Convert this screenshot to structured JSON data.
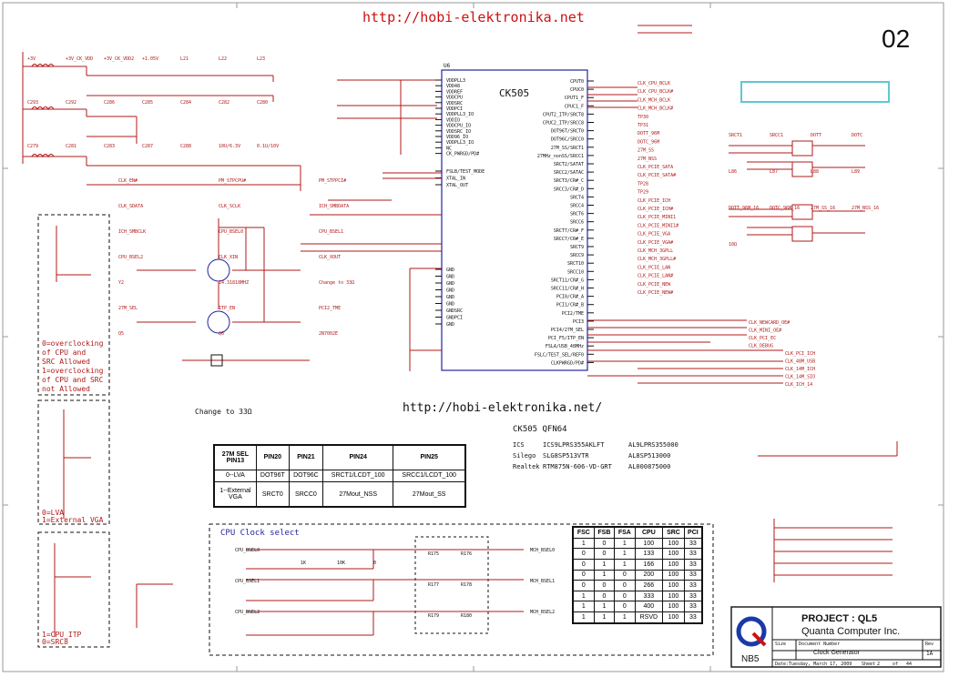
{
  "header": {
    "url_top": "http://hobi-elektronika.net",
    "url_mid": "http://hobi-elektronika.net/",
    "page_number": "02"
  },
  "chip": {
    "ref": "U6",
    "name": "CK505",
    "package": "CK505   QFN64",
    "vendors": [
      {
        "vendor": "ICS",
        "part": "ICS9LPRS355AKLFT",
        "code": "AL9LPRS355000"
      },
      {
        "vendor": "Silego",
        "part": "SLG8SP513VTR",
        "code": "AL8SP513000"
      },
      {
        "vendor": "Realtek",
        "part": "RTM875N-606-VD-GRT",
        "code": "AL000875000"
      }
    ],
    "left_pins": [
      "VDDPLL3",
      "VDD48",
      "VDDREF",
      "VDDCPU",
      "VDDSRC",
      "VDDPCI",
      "VDDPLL3_IO",
      "VDDIO",
      "VDDCPU_IO",
      "VDDSRC_IO",
      "VDD96_IO",
      "VDDPLL3_IO",
      "NC",
      "CK_PWRGD/PD#",
      "FSLB/TEST_MODE",
      "XTAL_IN",
      "XTAL_OUT",
      "GND",
      "GND",
      "GND",
      "GND",
      "GND",
      "GND",
      "GNDSRC",
      "GNDPCI",
      "GND"
    ],
    "right_pins": [
      "CPUT0",
      "CPUC0",
      "CPUT1_F",
      "CPUC1_F",
      "CPUT2_ITP/SRCT8",
      "CPUC2_ITP/SRCC8",
      "DOT96T/SRCT0",
      "DOT96C/SRCC0",
      "27M_SS/SRCT1",
      "27MHz_nonSS/SRCC1",
      "SRCT2/SATAT",
      "SRCC2/SATAC",
      "SRCT3/CR#_C",
      "SRCC3/CR#_D",
      "SRCT4",
      "SRCC4",
      "SRCT6",
      "SRCC6",
      "SRCT7/CR#_F",
      "SRCC7/CR#_E",
      "SRCT9",
      "SRCC9",
      "SRCT10",
      "SRCC10",
      "SRCT11/CR#_G",
      "SRCC11/CR#_H",
      "PCI0/CR#_A",
      "PCI1/CR#_B",
      "PCI2/TME",
      "PCI3",
      "PCI4/27M_SEL",
      "PCI_F5/ITP_EN",
      "FSLA/USB_48MHz",
      "FSLC/TEST_SEL/REF0",
      "CLKPWRGD/PD#"
    ]
  },
  "right_nets": [
    "CLK_CPU_BCLK",
    "CLK_CPU_BCLK#",
    "CLK_MCH_BCLK",
    "CLK_MCH_BCLK#",
    "TP30",
    "TP31",
    "DOTT_96M",
    "DOTC_96M",
    "27M_SS",
    "27M_NSS",
    "CLK_PCIE_SATA",
    "CLK_PCIE_SATA#",
    "TP28",
    "TP29",
    "CLK_PCIE_ICH",
    "CLK_PCIE_ICH#",
    "CLK_PCIE_MINI1",
    "CLK_PCIE_MINI1#",
    "CLK_PCIE_VGA",
    "CLK_PCIE_VGA#",
    "CLK_MCH_3GPLL",
    "CLK_MCH_3GPLL#",
    "CLK_PCIE_LAN",
    "CLK_PCIE_LAN#",
    "CLK_PCIE_NEW",
    "CLK_PCIE_NEW#"
  ],
  "pci_nets": [
    "CLK_NEWCARD_OE#",
    "CLK_MINI_OE#",
    "CLK_PCI_EC",
    "CLK_DEBUG",
    "CLK_PCI_ICH",
    "CLK_48M_USB",
    "CLK_14M_ICH",
    "CLK_14M_SIO",
    "CLK_ICH_14"
  ],
  "power_nets": [
    "+3V",
    "+3V_CK_VDD",
    "+3V_CK_VDD2",
    "+1.05V",
    "L21",
    "L22",
    "L23",
    "C293",
    "C292",
    "C286",
    "C285",
    "C284",
    "C282",
    "C280",
    "C279",
    "C281",
    "C283",
    "C287",
    "C288",
    "10U/6.3V",
    "0.1U/10V"
  ],
  "left_nets": [
    "CLK_EN#",
    "PM_STPCPU#",
    "PM_STPPCI#",
    "CLK_SDATA",
    "CLK_SCLK",
    "ICH_SMBDATA",
    "ICH_SMBCLK",
    "CPU_BSEL0",
    "CPU_BSEL1",
    "CPU_BSEL2",
    "CLK_XIN",
    "CLK_XOUT",
    "Y2",
    "14.31818MHZ",
    "Change to 33Ω",
    "27M_SEL",
    "ITP_EN",
    "PCI2_TME",
    "Q5",
    "Q6",
    "2N7002E"
  ],
  "termination": [
    "SRCT1",
    "SRCC1",
    "DOTT",
    "DOTC",
    "L86",
    "L87",
    "L88",
    "L89",
    "DOTT_96M_16",
    "DOTC_96M_16",
    "27M_SS_16",
    "27M_NSS_16",
    "10Ω"
  ],
  "notes": {
    "pci2_tme": [
      "0=overclocking",
      "of CPU and",
      "SRC Allowed",
      "1=overclocking",
      "of CPU and SRC",
      "not Allowed"
    ],
    "sel_27m": [
      "0=LVA",
      "1=External VGA"
    ],
    "itp": [
      "1=CPU_ITP",
      "0=SRC8"
    ],
    "change": "Change to 33Ω"
  },
  "sel_table": {
    "header": [
      "27M SEL\nPIN13",
      "PIN20",
      "PIN21",
      "PIN24",
      "PIN25"
    ],
    "rows": [
      [
        "0--LVA",
        "DOT96T",
        "DOT96C",
        "SRCT1/LCDT_100",
        "SRCC1/LCDT_100"
      ],
      [
        "1--External\nVGA",
        "SRCT0",
        "SRCC0",
        "27Mout_NSS",
        "27Mout_SS"
      ]
    ]
  },
  "cpu_select": {
    "title": "CPU Clock select",
    "inputs": [
      "CPU_BSEL0",
      "CPU_BSEL1",
      "CPU_BSEL2"
    ],
    "outputs": [
      "MCH_BSEL0",
      "MCH_BSEL1",
      "MCH_BSEL2"
    ],
    "resistors": [
      "R175",
      "R176",
      "R177",
      "R178",
      "R179",
      "R180"
    ],
    "values": [
      "1K",
      "10K",
      "0"
    ]
  },
  "freq_table": {
    "header": [
      "FSC",
      "FSB",
      "FSA",
      "CPU",
      "SRC",
      "PCI"
    ],
    "rows": [
      [
        "1",
        "0",
        "1",
        "100",
        "100",
        "33"
      ],
      [
        "0",
        "0",
        "1",
        "133",
        "100",
        "33"
      ],
      [
        "0",
        "1",
        "1",
        "166",
        "100",
        "33"
      ],
      [
        "0",
        "1",
        "0",
        "200",
        "100",
        "33"
      ],
      [
        "0",
        "0",
        "0",
        "266",
        "100",
        "33"
      ],
      [
        "1",
        "0",
        "0",
        "333",
        "100",
        "33"
      ],
      [
        "1",
        "1",
        "0",
        "400",
        "100",
        "33"
      ],
      [
        "1",
        "1",
        "1",
        "RSVD",
        "100",
        "33"
      ]
    ]
  },
  "title_block": {
    "logo": "NB5",
    "project": "PROJECT : QL5",
    "company": "Quanta Computer Inc.",
    "size_label": "Size",
    "document_label": "Document Number",
    "document": "Clock Generator",
    "rev_label": "Rev",
    "rev": "1A",
    "date_label": "Date:",
    "date": "Tuesday, March 17, 2009",
    "sheet_label": "Sheet",
    "sheet": "2",
    "of": "of",
    "total": "44"
  },
  "colors": {
    "wire": "#b01818",
    "ink": "#111111",
    "accent": "#2424a0",
    "highlight_box": "#5fc8d0",
    "logo_blue": "#1a3aa8"
  }
}
